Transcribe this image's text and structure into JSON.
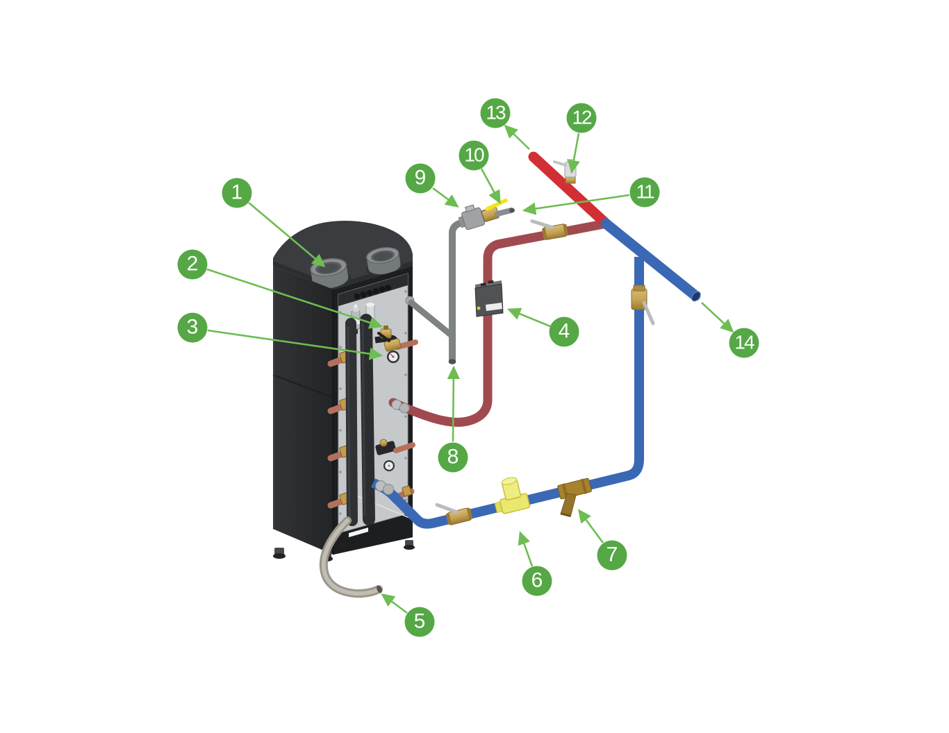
{
  "figure": {
    "background": "#ffffff",
    "callout_count": 14
  },
  "colors": {
    "callout_green": "#55a845",
    "arrow_green": "#6dbd52",
    "hot_water_pipe_red": "#d12f34",
    "heater_supply_pipe_dark_red": "#a04a50",
    "cold_water_pipe_blue": "#3a68b5",
    "gas_pipe_gray": "#7f8283",
    "drain_hose_beige": "#aaa59a",
    "valve_yellow": "#eae86e",
    "brass_fitting": "#c7a455",
    "strainer_bronze": "#a5812f",
    "cabinet_black": "#28292b",
    "side_panel_gray": "#c6c9cb"
  },
  "callouts": [
    {
      "label": "1"
    },
    {
      "label": "2"
    },
    {
      "label": "3"
    },
    {
      "label": "4"
    },
    {
      "label": "5"
    },
    {
      "label": "6"
    },
    {
      "label": "7"
    },
    {
      "label": "8"
    },
    {
      "label": "9"
    },
    {
      "label": "10"
    },
    {
      "label": "11"
    },
    {
      "label": "12"
    },
    {
      "label": "13"
    },
    {
      "label": "14"
    }
  ]
}
